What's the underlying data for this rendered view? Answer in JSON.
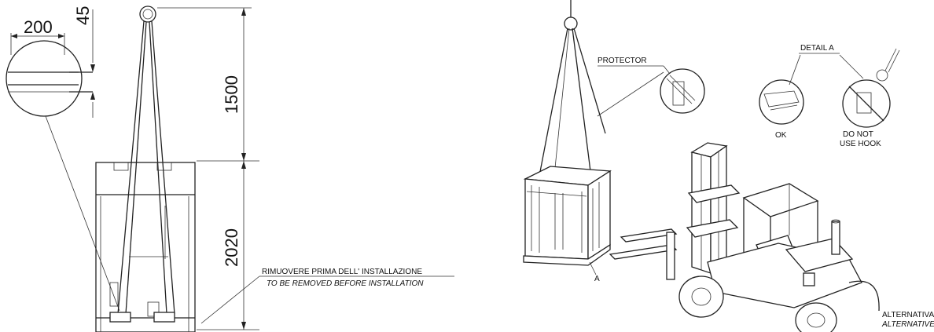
{
  "dimensions": {
    "d200": "200",
    "d45": "45",
    "d1500": "1500",
    "d2020": "2020"
  },
  "notes": {
    "remove_it": "RIMUOVERE PRIMA DELL' INSTALLAZIONE",
    "remove_en": "TO BE REMOVED BEFORE INSTALLATION",
    "protector": "PROTECTOR",
    "detail_a": "DETAIL A",
    "ok": "OK",
    "do_not_1": "DO NOT",
    "do_not_2": "USE HOOK",
    "mark_a": "A",
    "alt_it": "ALTERNATIVA",
    "alt_en": "ALTERNATIVE"
  }
}
